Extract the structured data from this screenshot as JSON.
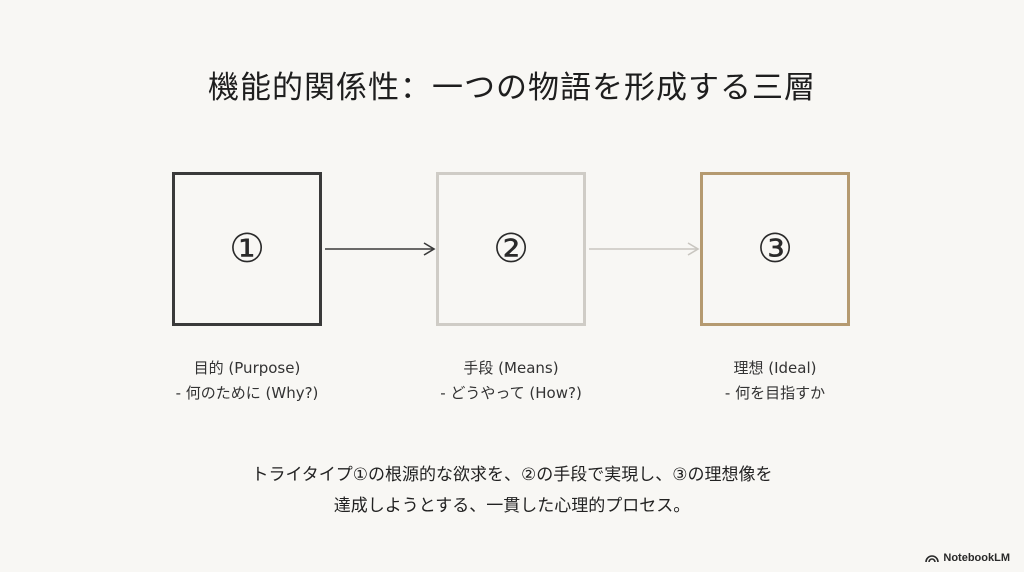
{
  "title": "機能的関係性：一つの物語を形成する三層",
  "boxes": [
    {
      "symbol": "①",
      "line1": "目的 (Purpose)",
      "line2": "- 何のために (Why?)",
      "border_color": "#3a3a3a"
    },
    {
      "symbol": "②",
      "line1": "手段 (Means)",
      "line2": "- どうやって (How?)",
      "border_color": "#cfccc6"
    },
    {
      "symbol": "③",
      "line1": "理想 (Ideal)",
      "line2": "- 何を目指すか",
      "border_color": "#b59a70"
    }
  ],
  "summary": {
    "line1": "トライタイプ①の根源的な欲求を、②の手段で実現し、③の理想像を",
    "line2": "達成しようとする、一貫した心理的プロセス。"
  },
  "brand": {
    "icon": "notebooklm-logo-icon",
    "label": "NotebookLM"
  }
}
